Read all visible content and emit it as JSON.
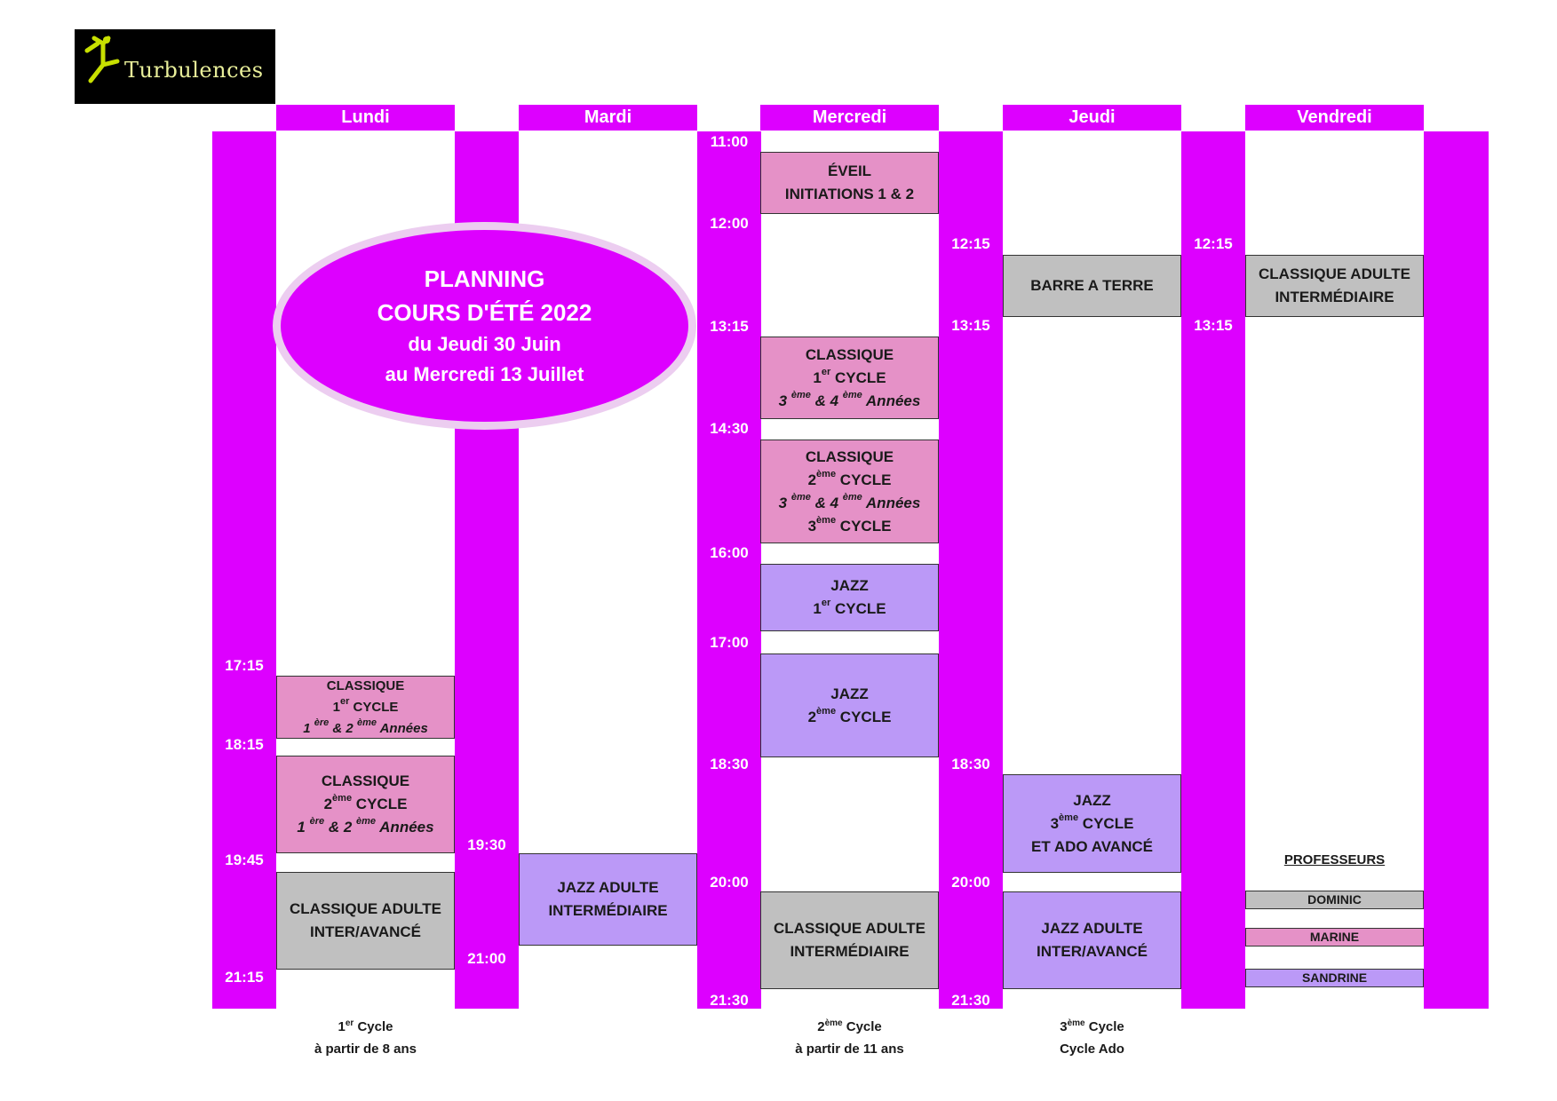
{
  "logo": {
    "text": "Turbulences"
  },
  "days": [
    "Lundi",
    "Mardi",
    "Mercredi",
    "Jeudi",
    "Vendredi"
  ],
  "banner": {
    "line1": "PLANNING",
    "line2": "COURS D'ÉTÉ 2022",
    "line3": "du Jeudi 30 Juin",
    "line4": "au Mercredi 13 Juillet"
  },
  "times": {
    "s1_17_15": "17:15",
    "s1_18_15": "18:15",
    "s1_19_45": "19:45",
    "s1_21_15": "21:15",
    "s2_19_30": "19:30",
    "s2_21_00": "21:00",
    "s3_11_00": "11:00",
    "s3_12_00": "12:00",
    "s3_13_15": "13:15",
    "s3_14_30": "14:30",
    "s3_16_00": "16:00",
    "s3_17_00": "17:00",
    "s3_18_30": "18:30",
    "s3_20_00": "20:00",
    "s3_21_30": "21:30",
    "s4_12_15": "12:15",
    "s4_13_15": "13:15",
    "s4_18_30": "18:30",
    "s4_20_00": "20:00",
    "s4_21_30": "21:30",
    "s5_12_15": "12:15",
    "s5_13_15": "13:15"
  },
  "blocks": {
    "lundi_1": {
      "l1": "CLASSIQUE",
      "l2a": "1",
      "l2sup": "er",
      "l2b": " CYCLE",
      "l3a": "1 ",
      "l3sup1": "ère",
      "l3b": " & 2 ",
      "l3sup2": "ème",
      "l3c": " Années"
    },
    "lundi_2": {
      "l1": "CLASSIQUE",
      "l2a": "2",
      "l2sup": "ème",
      "l2b": " CYCLE",
      "l3a": "1 ",
      "l3sup1": "ère",
      "l3b": " & 2 ",
      "l3sup2": "ème",
      "l3c": " Années"
    },
    "lundi_3": {
      "l1": "CLASSIQUE ADULTE",
      "l2": "INTER/AVANCÉ"
    },
    "mardi_1": {
      "l1": "JAZZ ADULTE",
      "l2": "INTERMÉDIAIRE"
    },
    "mercredi_1": {
      "l1": "ÉVEIL",
      "l2": "INITIATIONS 1 & 2"
    },
    "mercredi_2": {
      "l1": "CLASSIQUE",
      "l2a": "1",
      "l2sup": "er",
      "l2b": " CYCLE",
      "l3a": "3 ",
      "l3sup1": "ème",
      "l3b": " & 4 ",
      "l3sup2": "ème",
      "l3c": " Années"
    },
    "mercredi_3": {
      "l1": "CLASSIQUE",
      "l2a": "2",
      "l2sup": "ème",
      "l2b": " CYCLE",
      "l3a": "3 ",
      "l3sup1": "ème",
      "l3b": " & 4 ",
      "l3sup2": "ème",
      "l3c": " Années",
      "l4a": "3",
      "l4sup": "ème",
      "l4b": " CYCLE"
    },
    "mercredi_4": {
      "l1": "JAZZ",
      "l2a": "1",
      "l2sup": "er",
      "l2b": " CYCLE"
    },
    "mercredi_5": {
      "l1": "JAZZ",
      "l2a": "2",
      "l2sup": "ème",
      "l2b": " CYCLE"
    },
    "mercredi_6": {
      "l1": "CLASSIQUE ADULTE",
      "l2": "INTERMÉDIAIRE"
    },
    "jeudi_1": {
      "l1": "BARRE A TERRE"
    },
    "jeudi_2": {
      "l1": "JAZZ",
      "l2a": "3",
      "l2sup": "ème",
      "l2b": " CYCLE",
      "l3": "ET ADO AVANCÉ"
    },
    "jeudi_3": {
      "l1": "JAZZ ADULTE",
      "l2": "INTER/AVANCÉ"
    },
    "vendredi_1": {
      "l1": "CLASSIQUE ADULTE",
      "l2": "INTERMÉDIAIRE"
    }
  },
  "professeurs": {
    "title": "PROFESSEURS",
    "list": [
      {
        "name": "DOMINIC",
        "color": "#c0c0c0"
      },
      {
        "name": "MARINE",
        "color": "#e591c7"
      },
      {
        "name": "SANDRINE",
        "color": "#bb99f7"
      }
    ]
  },
  "footer": {
    "c1": {
      "a": "1",
      "sup": "er",
      "b": " Cycle",
      "line2": "à partir de 8 ans"
    },
    "c2": {
      "a": "2",
      "sup": "ème",
      "b": " Cycle",
      "line2": "à partir de 11 ans"
    },
    "c3": {
      "a": "3",
      "sup": "ème",
      "b": " Cycle",
      "line2": "Cycle Ado"
    }
  },
  "colors": {
    "magenta": "#dd00ff",
    "pink_block": "#e591c7",
    "lavender_block": "#bb99f7",
    "gray_block": "#c0c0c0"
  }
}
